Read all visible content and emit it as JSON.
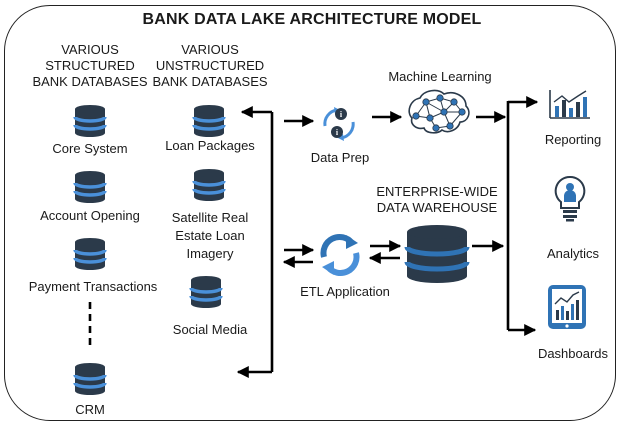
{
  "title": "BANK DATA LAKE ARCHITECTURE MODEL",
  "structured": {
    "heading": [
      "VARIOUS",
      "STRUCTURED",
      "BANK DATABASES"
    ],
    "items": [
      "Core System",
      "Account Opening",
      "Payment Transactions",
      "CRM"
    ]
  },
  "unstructured": {
    "heading": [
      "VARIOUS",
      "UNSTRUCTURED",
      "BANK DATABASES"
    ],
    "items": [
      "Loan Packages",
      [
        "Satellite Real",
        "Estate Loan",
        "Imagery"
      ],
      "Social Media"
    ]
  },
  "data_prep": "Data Prep",
  "machine_learning": "Machine Learning",
  "etl": "ETL Application",
  "warehouse": [
    "ENTERPRISE-WIDE",
    "DATA WAREHOUSE"
  ],
  "outputs": {
    "reporting": "Reporting",
    "analytics": "Analytics",
    "dashboards": "Dashboards"
  },
  "colors": {
    "accent": "#2f73b5",
    "dark": "#2b3a4a",
    "light_blue": "#4a90d9",
    "line": "#000000"
  }
}
